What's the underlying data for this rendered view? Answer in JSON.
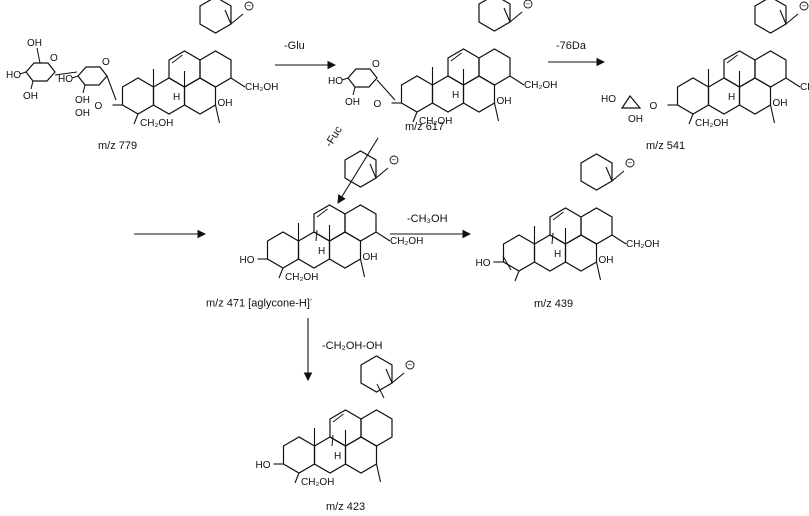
{
  "compounds": {
    "m779": {
      "mz": "m/z 779"
    },
    "m617": {
      "mz": "m/z 617"
    },
    "m541": {
      "mz": "m/z 541"
    },
    "m471": {
      "mz": "m/z 471 [aglycone-H]",
      "charge": "-"
    },
    "m439": {
      "mz": "m/z 439"
    },
    "m423": {
      "mz": "m/z 423"
    }
  },
  "steps": {
    "glu": "-Glu",
    "da76": "-76Da",
    "fuc": "-Fuc",
    "ch3oh": "-CH₃OH",
    "ch2ohoh": "-CH₂OH-OH"
  },
  "atoms": {
    "ch2oh": "CH₂OH",
    "oh": "OH",
    "ho": "HO",
    "h": "H",
    "o": "O",
    "hcap": "H",
    "charge": "−"
  },
  "colors": {
    "ink": "#111111",
    "background": "#ffffff"
  }
}
